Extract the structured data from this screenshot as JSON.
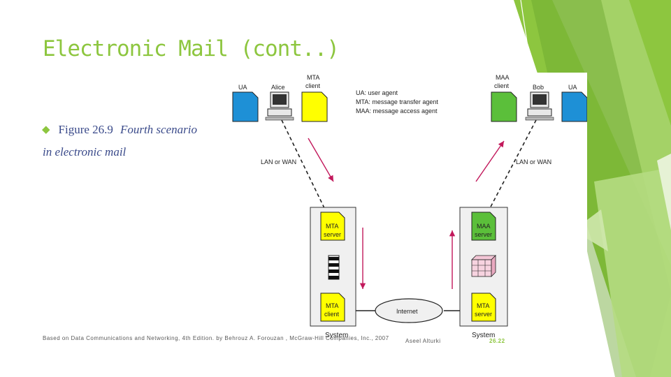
{
  "slide": {
    "title": "Electronic Mail (cont..)",
    "bullet": {
      "figure_number": "Figure 26.9",
      "figure_title": "Fourth scenario",
      "continuation": "in electronic mail"
    },
    "footer": {
      "citation": "Based on Data Communications and Networking, 4th Edition. by Behrouz A. Forouzan , McGraw-Hill Companies, Inc., 2007",
      "author": "Aseel Alturki",
      "page": "26.22"
    },
    "theme": {
      "accent": "#8dc63f",
      "text": "#3a4a8a",
      "footer_text": "#595959"
    }
  },
  "diagram": {
    "legend": [
      "UA: user agent",
      "MTA: message transfer agent",
      "MAA: message access agent"
    ],
    "left": {
      "ua": "UA",
      "user": "Alice",
      "client_top": "MTA",
      "client_bottom": "client",
      "link": "LAN or WAN",
      "server_a_top": "MTA",
      "server_a_bottom": "server",
      "server_b_top": "MTA",
      "server_b_bottom": "client",
      "system": "System"
    },
    "right": {
      "client_top": "MAA",
      "client_bottom": "client",
      "user": "Bob",
      "ua": "UA",
      "link": "LAN or WAN",
      "server_a_top": "MAA",
      "server_a_bottom": "server",
      "server_b_top": "MTA",
      "server_b_bottom": "server",
      "system": "System"
    },
    "cloud": "Internet",
    "colors": {
      "ua_doc": "#1e90d6",
      "mta_doc": "#ffff00",
      "maa_doc": "#5bbf3a",
      "arrow": "#c2185b",
      "box_fill": "#f0f0f0",
      "box_stroke": "#333333"
    }
  }
}
